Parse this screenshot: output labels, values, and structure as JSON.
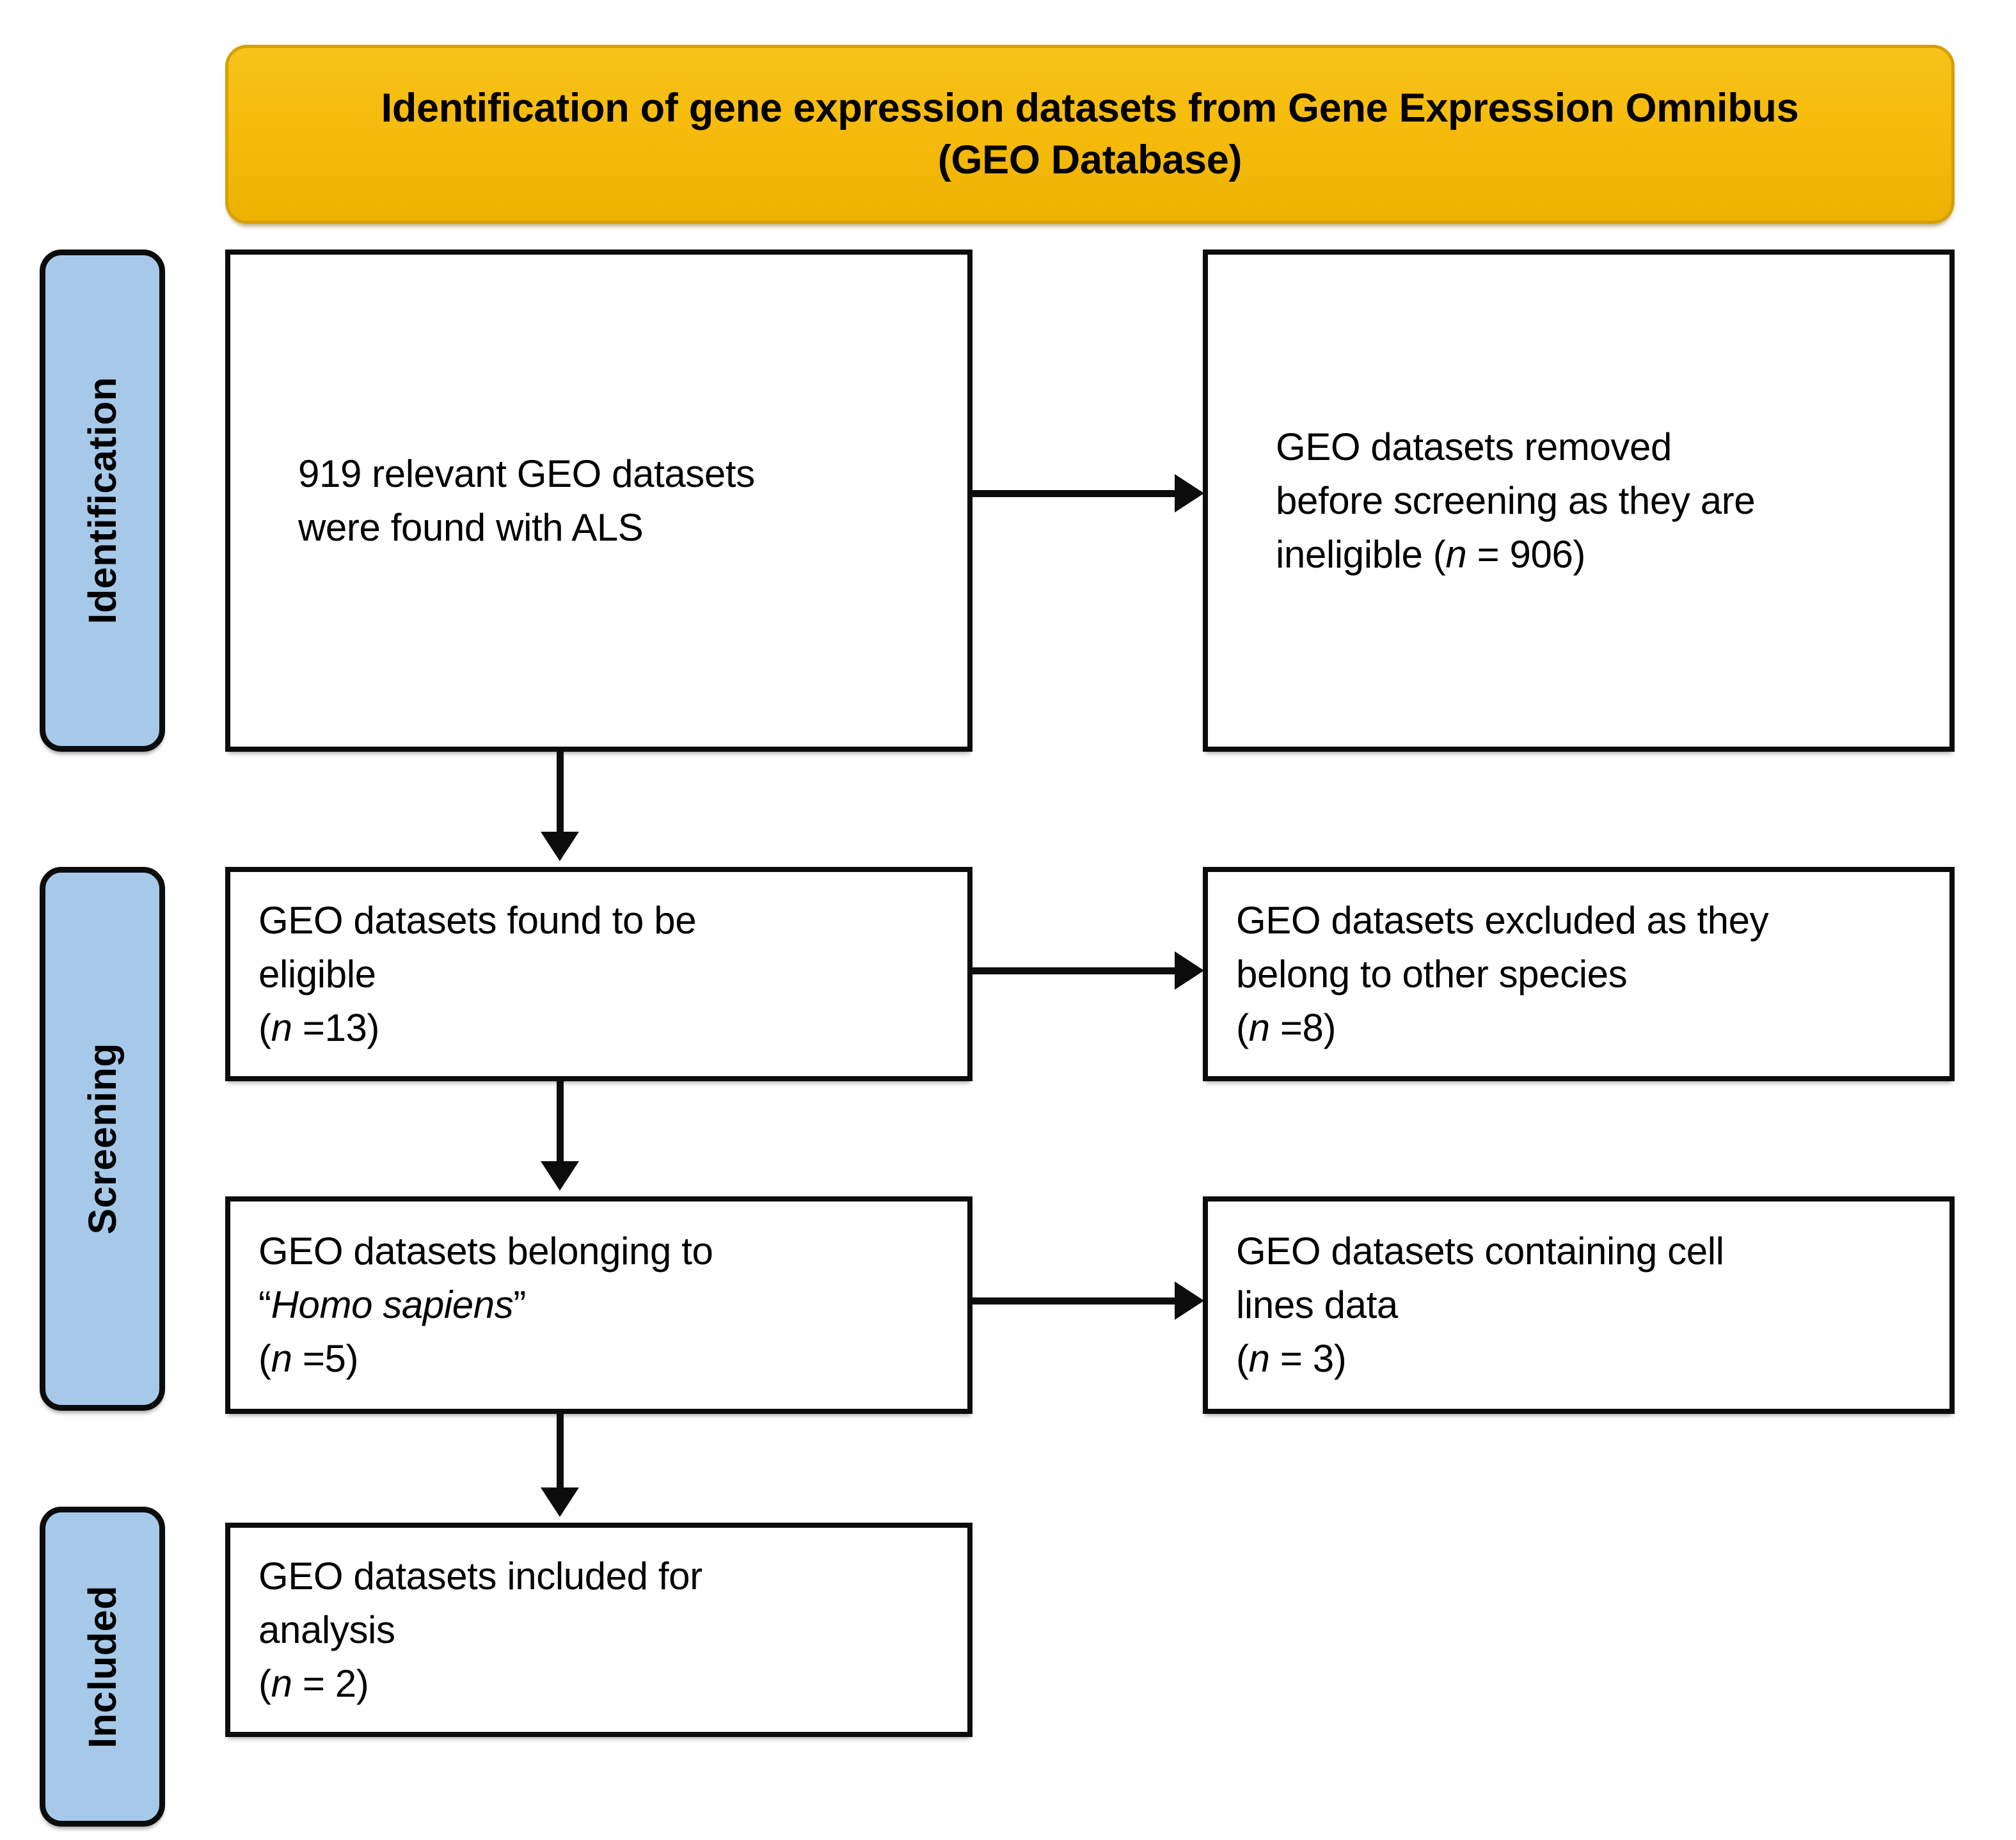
{
  "diagram": {
    "type": "prisma-flow-diagram",
    "header": {
      "line1": "Identification of gene expression datasets from Gene Expression Omnibus",
      "line2": "(GEO Database)",
      "fill_color": "#F5BA0D"
    },
    "stages": [
      {
        "id": "identification",
        "label": "Identification",
        "fill_color": "#A7C9E9"
      },
      {
        "id": "screening",
        "label": "Screening",
        "fill_color": "#A7C9E9"
      },
      {
        "id": "included",
        "label": "Included",
        "fill_color": "#A7C9E9"
      }
    ],
    "boxes": {
      "found": {
        "line1": "919 relevant GEO datasets",
        "line2": "were found with ALS"
      },
      "removed": {
        "line1": "GEO datasets removed",
        "line2": "before screening as they are",
        "line3_prefix": "ineligible (",
        "line3_italic": "n",
        "line3_suffix": " = 906)"
      },
      "eligible": {
        "line1": "GEO datasets found to be",
        "line2": "eligible",
        "line3_prefix": "(",
        "line3_italic": "n",
        "line3_suffix": " =13)"
      },
      "species": {
        "line1": "GEO datasets excluded as they",
        "line2": "belong to other species",
        "line3_prefix": "(",
        "line3_italic": "n",
        "line3_suffix": " =8)"
      },
      "homo": {
        "line1": "GEO datasets belonging to",
        "line2_prefix": "“",
        "line2_italic": "Homo sapiens",
        "line2_suffix": "”",
        "line3_prefix": "(",
        "line3_italic": "n",
        "line3_suffix": " =5)"
      },
      "celllines": {
        "line1": "GEO datasets containing cell",
        "line2": "lines data",
        "line3_prefix": "(",
        "line3_italic": "n",
        "line3_suffix": " = 3)"
      },
      "included": {
        "line1": "GEO datasets included for",
        "line2": "analysis",
        "line3_prefix": "(",
        "line3_italic": "n",
        "line3_suffix": " = 2)"
      }
    },
    "counts": {
      "initial_records": 919,
      "removed_before_screening": 906,
      "eligible": 13,
      "excluded_other_species": 8,
      "homo_sapiens": 5,
      "excluded_cell_lines": 3,
      "included_for_analysis": 2
    }
  }
}
